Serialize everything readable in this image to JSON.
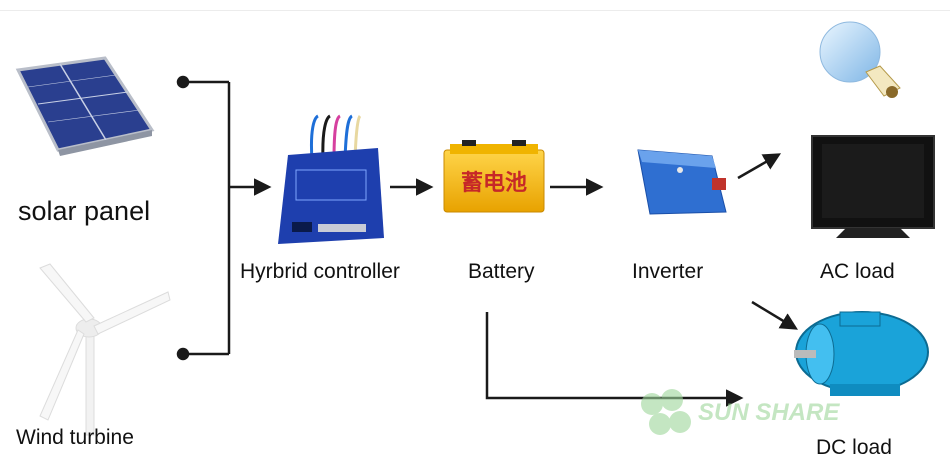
{
  "nodes": {
    "solar_panel": "solar panel",
    "wind_turbine": "Wind turbine",
    "controller": "Hyrbrid controller",
    "battery": "Battery",
    "battery_label": "蓄电池",
    "inverter": "Inverter",
    "ac_load": "AC load",
    "dc_load": "DC load"
  },
  "watermark": "SUN SHARE",
  "colors": {
    "line": "#1a1a1a",
    "panel_blue": "#2a3f8f",
    "controller_blue": "#1e3fae",
    "battery_yellow": "#f2b705",
    "inverter_blue": "#2f6fd1",
    "motor_cyan": "#1aa3d9",
    "watermark_green": "#9ed79a"
  },
  "icons": [
    "solar-panel-icon",
    "wind-turbine-icon",
    "controller-icon",
    "battery-icon",
    "inverter-icon",
    "light-bulb-icon",
    "tv-icon",
    "motor-icon"
  ]
}
